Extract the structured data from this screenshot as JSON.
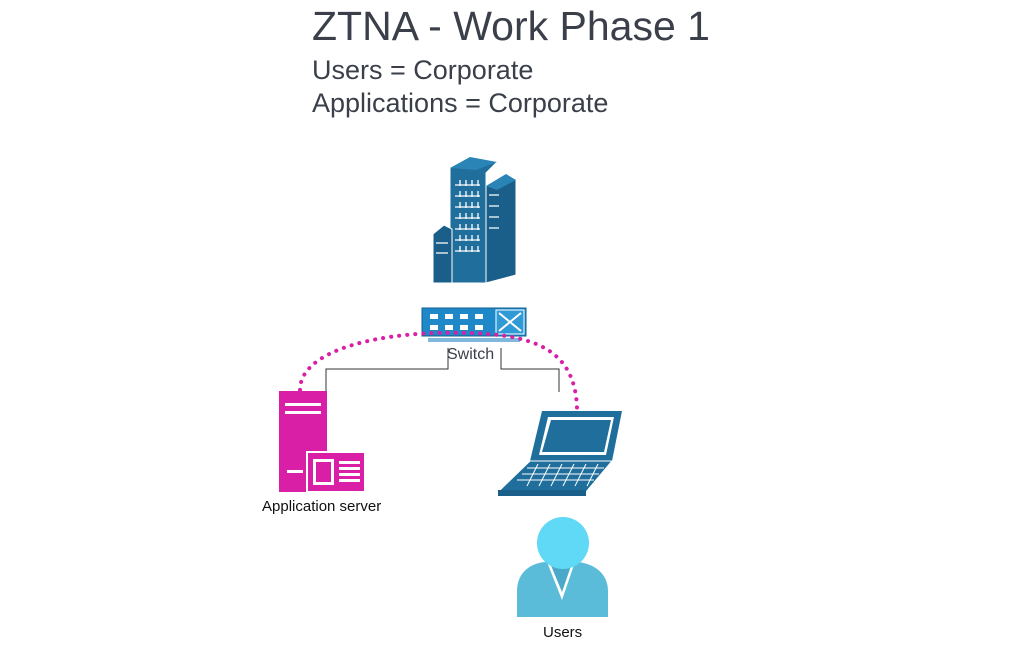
{
  "header": {
    "title": "ZTNA - Work Phase 1",
    "line1": "Users = Corporate",
    "line2": "Applications = Corporate"
  },
  "nodes": {
    "switch_label": "Switch",
    "app_server_label": "Application server",
    "users_label": "Users"
  },
  "icons": {
    "building": "office-building-icon",
    "switch": "network-switch-icon",
    "app_server": "application-server-icon",
    "laptop": "laptop-icon",
    "user": "user-icon"
  },
  "colors": {
    "title_text": "#3a3f4a",
    "building_blue": "#1f6e9c",
    "switch_blue": "#1e88c8",
    "app_server_magenta": "#d81fa6",
    "laptop_blue": "#1f6e9c",
    "user_cyan": "#5fd0ee",
    "dotted_path": "#d81fa6",
    "connector": "#333333"
  }
}
